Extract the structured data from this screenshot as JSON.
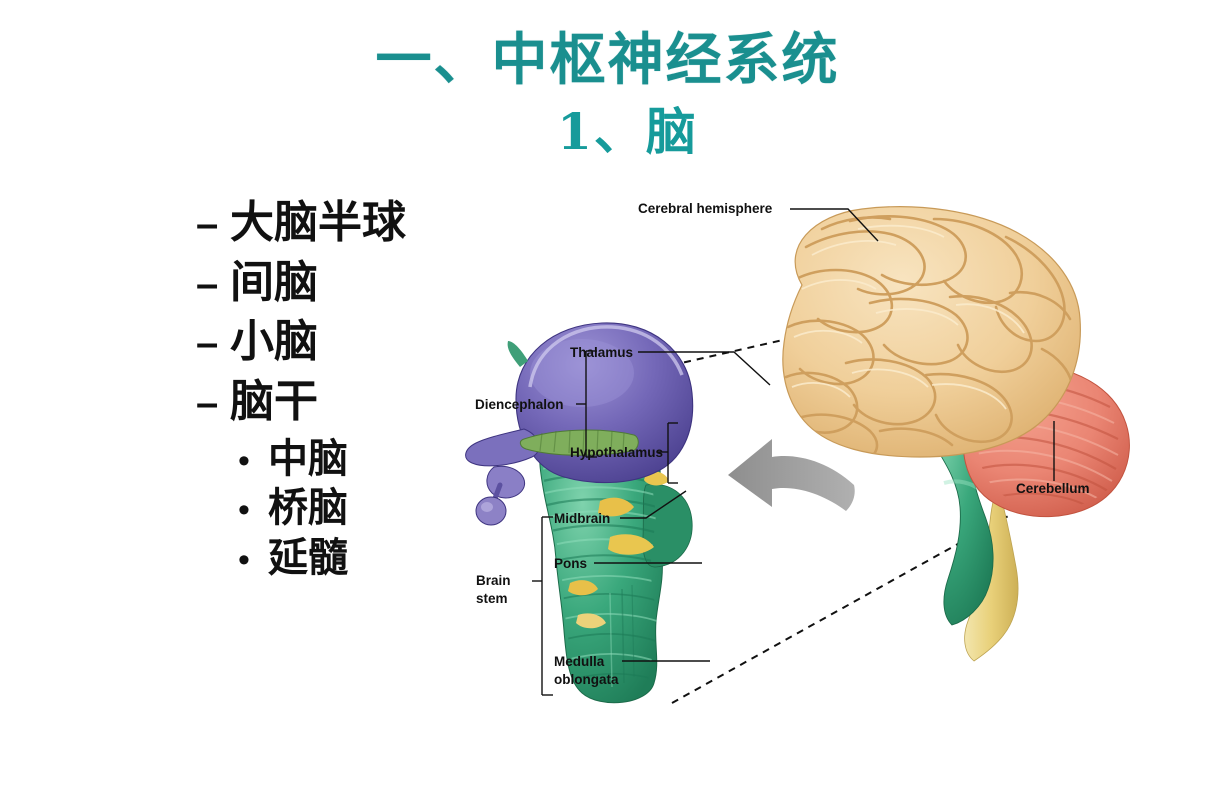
{
  "slide": {
    "title_main": "一、中枢神经系统",
    "title_sub": "1、脑",
    "title_color": "#1a8f8f",
    "subtitle_color": "#169b9b",
    "background_color": "#ffffff"
  },
  "outline": {
    "dash_bullet": "–",
    "dot_bullet": "•",
    "items": [
      {
        "label": "大脑半球"
      },
      {
        "label": "间脑"
      },
      {
        "label": "小脑"
      },
      {
        "label": "脑干"
      }
    ],
    "sub_items": [
      {
        "label": "中脑"
      },
      {
        "label": "桥脑"
      },
      {
        "label": "延髓"
      }
    ]
  },
  "figure": {
    "labels": {
      "cerebral_hemisphere": "Cerebral hemisphere",
      "diencephalon": "Diencephalon",
      "thalamus": "Thalamus",
      "hypothalamus": "Hypothalamus",
      "brain_stem_line1": "Brain",
      "brain_stem_line2": "stem",
      "midbrain": "Midbrain",
      "pons": "Pons",
      "medulla_line1": "Medulla",
      "medulla_line2": "oblongata",
      "cerebellum": "Cerebellum"
    },
    "colors": {
      "cerebrum": "#f0cf9a",
      "cerebrum_shadow": "#d9ab67",
      "diencephalon": "#6b5fae",
      "diencephalon_light": "#8d82c6",
      "brainstem": "#2f9e74",
      "brainstem_light": "#63c49d",
      "cerebellum": "#ea8573",
      "cerebellum_dark": "#d3614f",
      "spinal_cord": "#ecd98a",
      "arrow": "#9a9a9a",
      "leader_line": "#111111"
    }
  }
}
